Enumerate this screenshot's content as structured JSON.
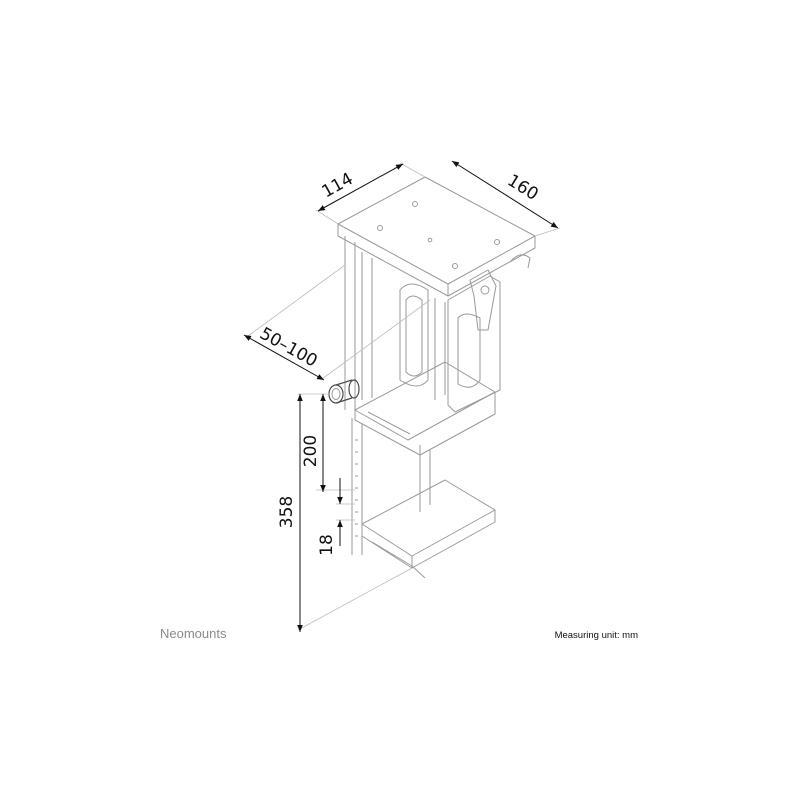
{
  "dimensions": {
    "depth": "114",
    "width": "160",
    "adjust_range": "50–100",
    "height_max": "358",
    "height_segment": "200",
    "slot_spacing": "18"
  },
  "brand": "Neomounts",
  "measuring_unit": "Measuring unit: mm",
  "colors": {
    "line": "#9a9a9a",
    "dim_line": "#111111",
    "brand_text": "#8a8a8a"
  }
}
